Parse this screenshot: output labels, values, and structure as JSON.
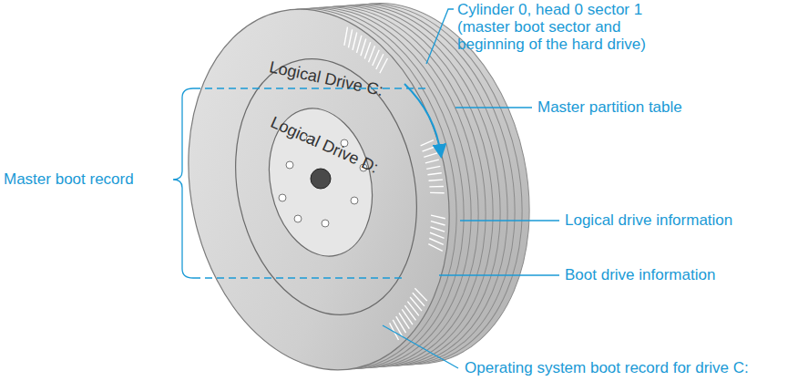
{
  "diagram": {
    "labels": [
      "Cylinder 0, head 0 sector 1 (master boot sector and beginning of the hard drive)",
      "Logical Drive C:",
      "Logical Drive D:",
      "Master partition table",
      "Master boot record",
      "Logical drive information",
      "Boot drive information",
      "Operating system boot record for drive C:"
    ]
  }
}
